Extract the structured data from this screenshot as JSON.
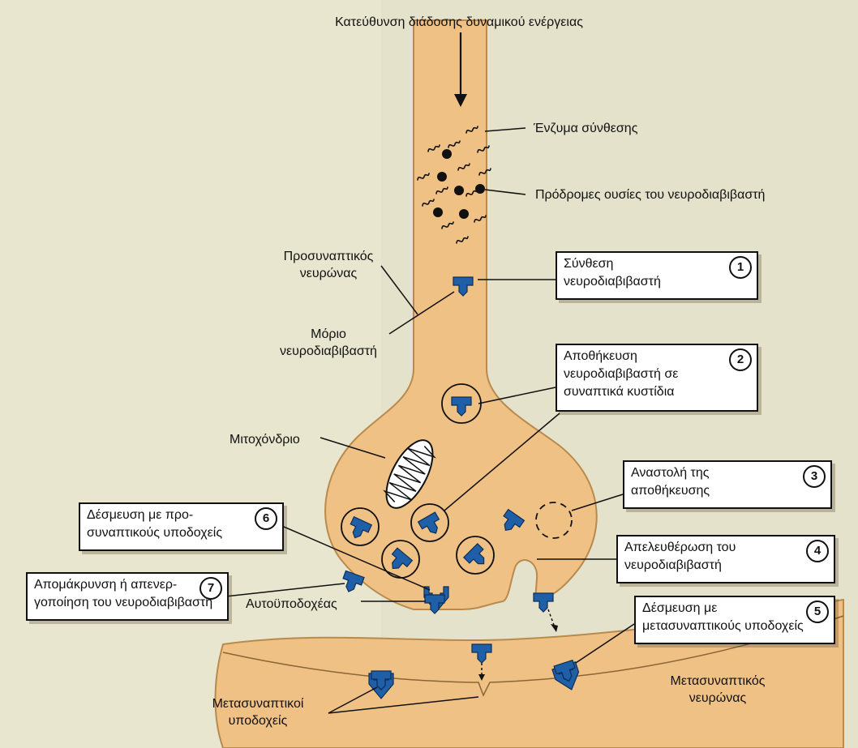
{
  "title": "Κατεύθυνση διάδοσης δυναμικού ενέργειας",
  "colors": {
    "page_bg": "#e9e6cf",
    "neuron_fill": "#f0c184",
    "neuron_stroke": "#b88a4c",
    "molecule_blue": "#1f5fa8",
    "label_text": "#111111"
  },
  "labels": {
    "enzyme": "Ένζυμα σύνθεσης",
    "precursors": "Πρόδρομες ουσίες του νευροδιαβιβαστή",
    "presynaptic_line1": "Προσυναπτικός",
    "presynaptic_line2": "νευρώνας",
    "molecule_line1": "Μόριο",
    "molecule_line2": "νευροδιαβιβαστή",
    "mitochondrion": "Μιτοχόνδριο",
    "autoreceptor": "Αυτοϋποδοχέας",
    "postsyn_receptors_line1": "Μετασυναπτικοί",
    "postsyn_receptors_line2": "υποδοχείς",
    "postsynaptic_line1": "Μετασυναπτικός",
    "postsynaptic_line2": "νευρώνας"
  },
  "steps": [
    {
      "number": "1",
      "line1": "Σύνθεση",
      "line2": "νευροδιαβιβαστή"
    },
    {
      "number": "2",
      "line1": "Αποθήκευση",
      "line2": "νευροδιαβιβαστή σε",
      "line3": "συναπτικά κυστίδια"
    },
    {
      "number": "3",
      "line1": "Αναστολή της",
      "line2": "αποθήκευσης"
    },
    {
      "number": "4",
      "line1": "Απελευθέρωση του",
      "line2": "νευροδιαβιβαστή"
    },
    {
      "number": "5",
      "line1": "Δέσμευση με",
      "line2": "μετασυναπτικούς υποδοχείς"
    },
    {
      "number": "6",
      "line1": "Δέσμευση με προ-",
      "line2": "συναπτικούς υποδοχείς"
    },
    {
      "number": "7",
      "line1": "Απομάκρυνση ή απενερ-",
      "line2": "γοποίηση του νευροδιαβιβαστή"
    }
  ]
}
